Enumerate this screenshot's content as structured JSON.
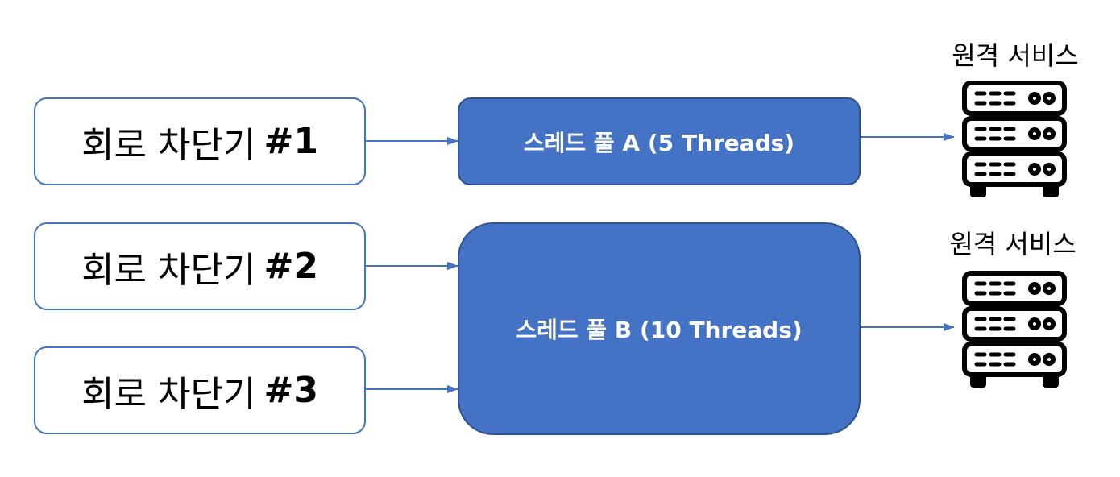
{
  "circuit_breakers": [
    {
      "label": "회로 차단기",
      "number": "#1"
    },
    {
      "label": "회로 차단기",
      "number": "#2"
    },
    {
      "label": "회로 차단기",
      "number": "#3"
    }
  ],
  "thread_pools": [
    {
      "label": "스레드 풀 A (5 Threads)"
    },
    {
      "label": "스레드 풀 B (10 Threads)"
    }
  ],
  "remote_services": [
    {
      "label": "원격 서비스",
      "icon": "server-icon"
    },
    {
      "label": "원격 서비스",
      "icon": "server-icon"
    }
  ],
  "colors": {
    "accent": "#4472c4",
    "pool_border": "#2f528f",
    "arrow": "#4472c4"
  }
}
